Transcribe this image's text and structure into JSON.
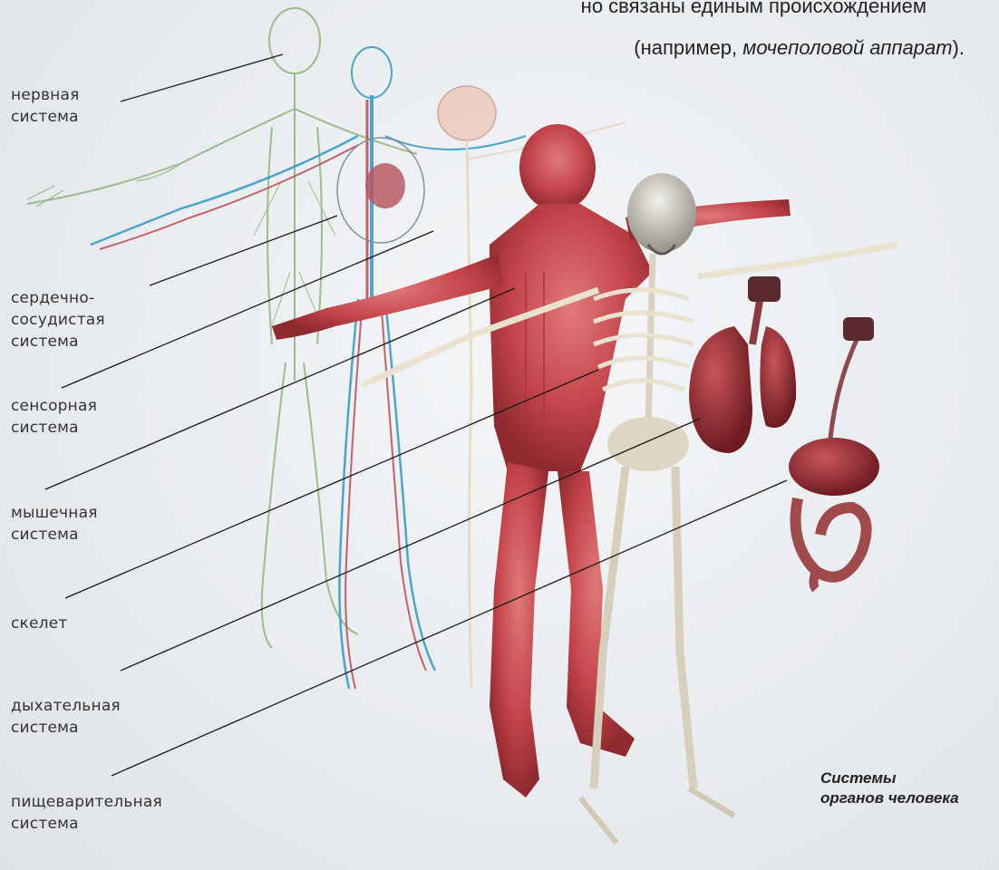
{
  "intro": {
    "line1": "но связаны единым происхождением",
    "line2_pre": "(например, ",
    "line2_em": "мочеполовой аппарат",
    "line2_post": ")."
  },
  "labels": [
    {
      "id": "nervous",
      "line1": "нервная",
      "line2": "система"
    },
    {
      "id": "cardio",
      "line1": "сердечно-",
      "line2": "сосудистая",
      "line3": "система"
    },
    {
      "id": "sensory",
      "line1": "сенсорная",
      "line2": "система"
    },
    {
      "id": "muscular",
      "line1": "мышечная",
      "line2": "система"
    },
    {
      "id": "skeleton",
      "line1": "скелет"
    },
    {
      "id": "respiratory",
      "line1": "дыхательная",
      "line2": "система"
    },
    {
      "id": "digestive",
      "line1": "пищеварительная",
      "line2": "система"
    }
  ],
  "caption": {
    "line1": "Системы",
    "line2": "органов человека"
  },
  "colors": {
    "nervous": "#8fb27a",
    "vessels_blue": "#3a9cc4",
    "vessels_red": "#c0505a",
    "muscle": "#c9484e",
    "bone": "#e8e2cf",
    "organ": "#9a2a32",
    "leader": "#1a1a1a"
  }
}
